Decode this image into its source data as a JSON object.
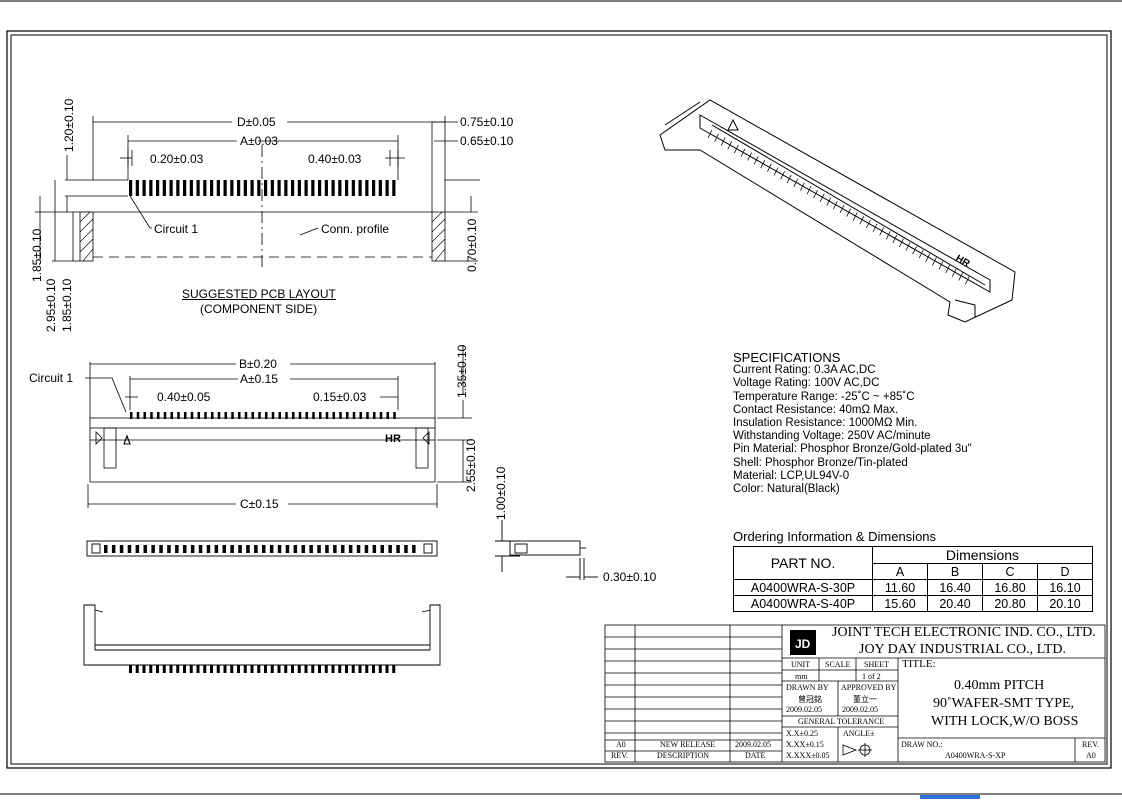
{
  "pcb_layout": {
    "dims": {
      "d": "D±0.05",
      "a": "A±0.03",
      "pitch_a": "0.20±0.03",
      "pitch_b": "0.40±0.03",
      "r1": "0.75±0.10",
      "r2": "0.65±0.10",
      "v1": "1.20±0.10",
      "v2": "1.85±0.10",
      "v3": "2.95±0.10",
      "v4": "1.85±0.10",
      "v5": "0.70±0.10"
    },
    "circuit_label": "Circuit 1",
    "profile_label": "Conn. profile",
    "caption": "SUGGESTED PCB LAYOUT",
    "subcaption": "(COMPONENT SIDE)"
  },
  "front_view": {
    "circuit_label": "Circuit 1",
    "b": "B±0.20",
    "a": "A±0.15",
    "p1": "0.40±0.05",
    "p2": "0.15±0.03",
    "h1": "1.35±0.10",
    "h2": "2.55±0.10",
    "c": "C±0.15",
    "brand": "HR"
  },
  "side_view": {
    "v1": "1.00±0.10",
    "v2": "0.30±0.10"
  },
  "specifications": {
    "title": "SPECIFICATIONS",
    "lines": [
      "Current Rating: 0.3A AC,DC",
      "Voltage Rating: 100V AC,DC",
      "Temperature Range: -25˚C ~ +85˚C",
      "Contact Resistance: 40mΩ Max.",
      "Insulation Resistance: 1000MΩ Min.",
      "Withstanding Voltage: 250V AC/minute",
      "Pin Material: Phosphor Bronze/Gold-plated 3u\"",
      "Shell: Phosphor Bronze/Tin-plated",
      "Material: LCP,UL94V-0",
      "Color: Natural(Black)"
    ]
  },
  "ordering": {
    "title": "Ordering Information & Dimensions",
    "part_header": "PART NO.",
    "dims_header": "Dimensions",
    "cols": [
      "A",
      "B",
      "C",
      "D"
    ],
    "rows": [
      {
        "part": "A0400WRA-S-30P",
        "a": "11.60",
        "b": "16.40",
        "c": "16.80",
        "d": "16.10"
      },
      {
        "part": "A0400WRA-S-40P",
        "a": "15.60",
        "b": "20.40",
        "c": "20.80",
        "d": "20.10"
      }
    ]
  },
  "title_block": {
    "company1": "JOINT TECH ELECTRONIC IND. CO., LTD.",
    "company2": "JOY DAY INDUSTRIAL CO., LTD.",
    "unit_label": "UNIT",
    "unit": "mm",
    "scale_label": "SCALE",
    "sheet_label": "SHEET",
    "sheet": "1 of 2",
    "drawn_by_label": "DRAWN BY",
    "drawn_by": "曾冠銘",
    "drawn_date": "2009.02.05",
    "approved_by_label": "APPROVED BY",
    "approved_by": "董立一",
    "approved_date": "2009.02.05",
    "tolerance_label": "GENERAL TOLERANCE",
    "tol1": "X.X±0.25",
    "tol2": "X.XX±0.15",
    "tol3": "X.XXX±0.05",
    "angle_label": "ANGLE±",
    "title_label": "TITLE:",
    "title1": "0.40mm PITCH",
    "title2": "90˚WAFER-SMT TYPE,",
    "title3": "WITH LOCK,W/O BOSS",
    "draw_no_label": "DRAW NO.:",
    "draw_no": "A0400WRA-S-XP",
    "rev_label": "REV.",
    "rev": "A0",
    "rev_row": {
      "rev": "A0",
      "desc": "NEW RELEASE",
      "date": "2009.02.05"
    },
    "rev_head": {
      "rev": "REV.",
      "desc": "DESCRIPTION",
      "date": "DATE"
    }
  }
}
